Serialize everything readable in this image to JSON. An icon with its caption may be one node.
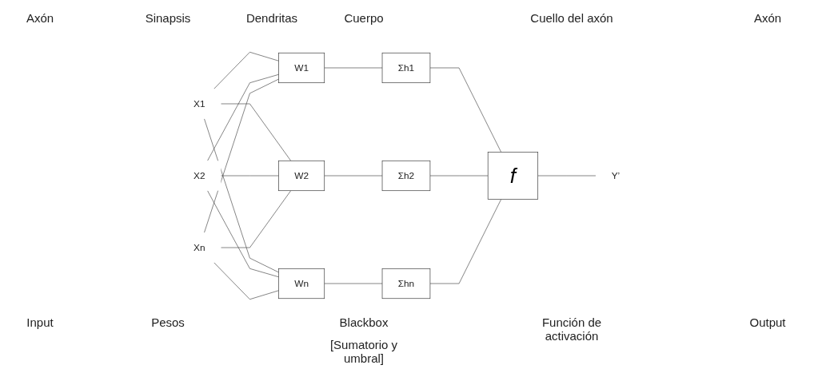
{
  "diagram": {
    "nodes": [
      {
        "text": [
          "X1"
        ]
      },
      {
        "text": [
          "X2"
        ]
      },
      {
        "text": [
          "Xn"
        ]
      },
      {
        "text": [
          "W1"
        ]
      },
      {
        "text": [
          "W2"
        ]
      },
      {
        "text": [
          "Wn"
        ]
      },
      {
        "text": [
          "Σh1"
        ]
      },
      {
        "text": [
          "Σh2"
        ]
      },
      {
        "text": [
          "Σhn"
        ]
      },
      {
        "text": [
          "f"
        ]
      },
      {
        "text": [
          "Y’"
        ]
      }
    ],
    "edges": [
      {
        "from": 0,
        "to": 3,
        "arrow": "none"
      },
      {
        "from": 0,
        "to": 4,
        "arrow": "none"
      },
      {
        "from": 0,
        "to": 5,
        "arrow": "none"
      },
      {
        "from": 1,
        "to": 3,
        "arrow": "none"
      },
      {
        "from": 1,
        "to": 4,
        "arrow": "none"
      },
      {
        "from": 1,
        "to": 5,
        "arrow": "none"
      },
      {
        "from": 2,
        "to": 3,
        "arrow": "none"
      },
      {
        "from": 2,
        "to": 4,
        "arrow": "none"
      },
      {
        "from": 2,
        "to": 5,
        "arrow": "none"
      },
      {
        "from": 3,
        "to": 6,
        "arrow": "none"
      },
      {
        "from": 4,
        "to": 7,
        "arrow": "none"
      },
      {
        "from": 5,
        "to": 8,
        "arrow": "none"
      },
      {
        "from": 6,
        "to": 9,
        "arrow": "none"
      },
      {
        "from": 7,
        "to": 9,
        "arrow": "none"
      },
      {
        "from": 8,
        "to": 9,
        "arrow": "none"
      },
      {
        "from": 9,
        "to": 10,
        "arrow": "none"
      }
    ],
    "labels": [
      "Axón",
      "Sinapsis",
      "Dendritas",
      "Cuerpo",
      "Cuello del axón",
      "Axón",
      "Input",
      "Pesos",
      "Blackbox",
      "[Sumatorio y umbral]",
      "Función de activación",
      "Output"
    ]
  }
}
